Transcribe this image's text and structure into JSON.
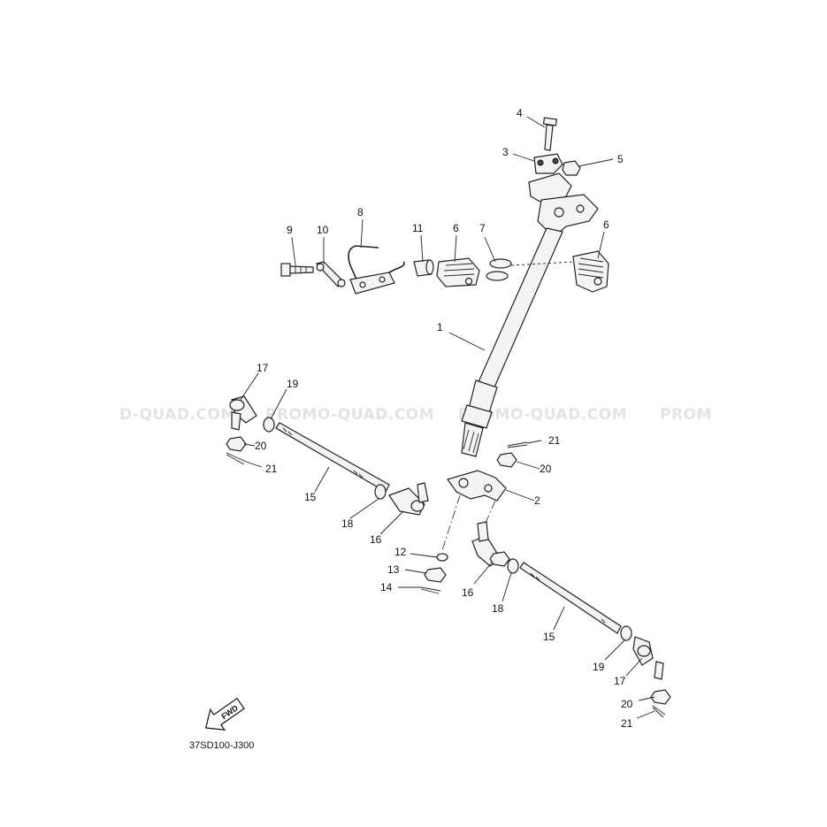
{
  "watermarks": [
    "D-QUAD.COM",
    "PROMO-QUAD.COM",
    "PROMO-QUAD.COM",
    "PROM"
  ],
  "callouts": {
    "c1": "1",
    "c2": "2",
    "c3": "3",
    "c4": "4",
    "c5": "5",
    "c6a": "6",
    "c6b": "6",
    "c7": "7",
    "c8": "8",
    "c9": "9",
    "c10": "10",
    "c11": "11",
    "c12": "12",
    "c13": "13",
    "c14": "14",
    "c15a": "15",
    "c15b": "15",
    "c16a": "16",
    "c16b": "16",
    "c17a": "17",
    "c17b": "17",
    "c18a": "18",
    "c18b": "18",
    "c19a": "19",
    "c19b": "19",
    "c20a": "20",
    "c20b": "20",
    "c20c": "20",
    "c21a": "21",
    "c21b": "21",
    "c21c": "21"
  },
  "fwd_label": "FWD",
  "diagram_code": "37SD100-J300"
}
